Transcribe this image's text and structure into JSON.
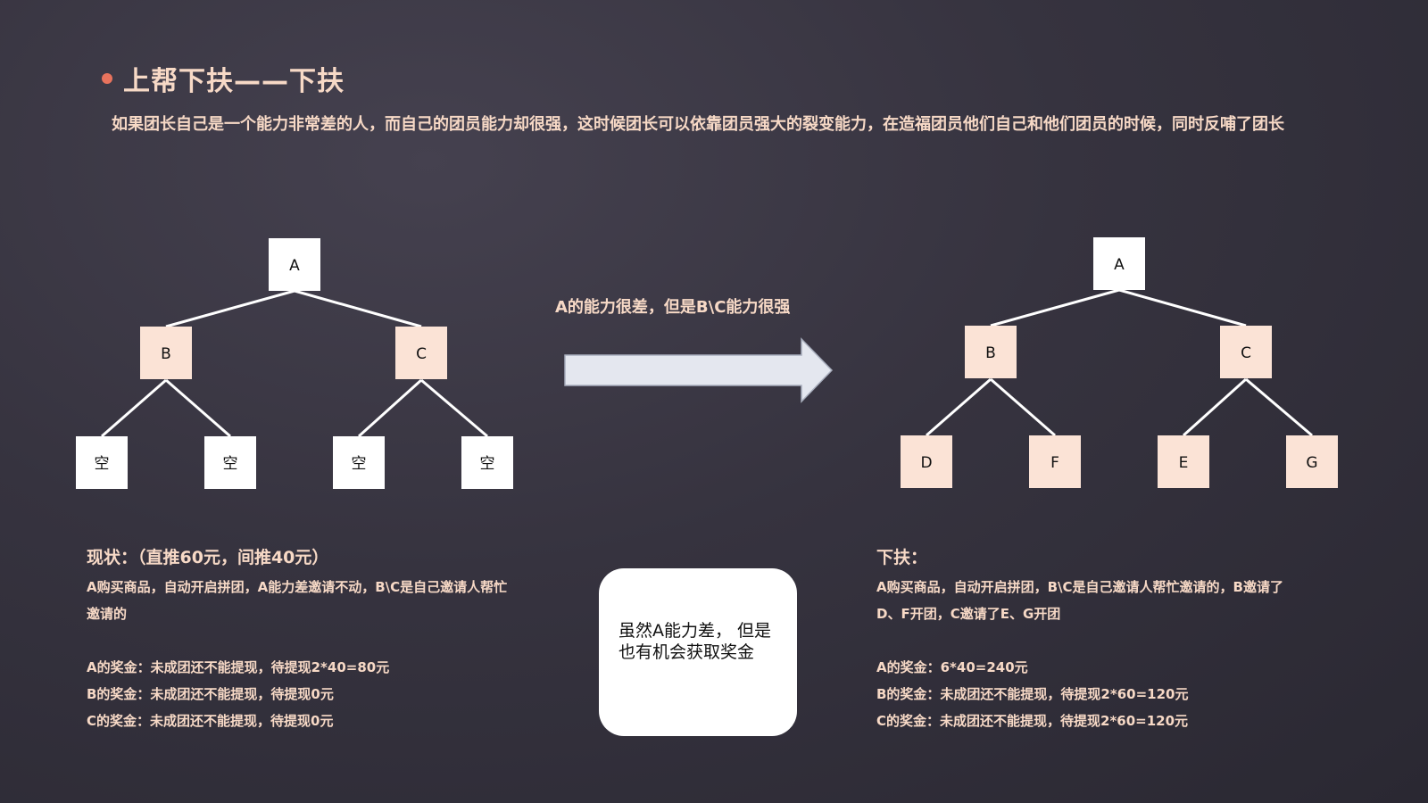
{
  "title": "上帮下扶——下扶",
  "intro": "如果团长自己是一个能力非常差的人，而自己的团员能力却很强，这时候团长可以依靠团员强大的裂变能力，在造福团员他们自己和他们团员的时候，同时反哺了团长",
  "colors": {
    "accent": "#e8735d",
    "text_peach": "#f7d9c6",
    "node_white": "#ffffff",
    "node_peach": "#fbe3d6",
    "arrow_fill": "#e4e7ef"
  },
  "arrow_caption": "A的能力很差，但是B\\C能力很强",
  "left_tree": {
    "root": "A",
    "level1": [
      "B",
      "C"
    ],
    "level2": [
      "空",
      "空",
      "空",
      "空"
    ]
  },
  "right_tree": {
    "root": "A",
    "level1": [
      "B",
      "C"
    ],
    "level2": [
      "D",
      "F",
      "E",
      "G"
    ]
  },
  "left_panel": {
    "heading": "现状：（直推60元，间推40元）",
    "desc": "A购买商品，自动开启拼团，A能力差邀请不动，B\\C是自己邀请人帮忙邀请的",
    "bonus": [
      "A的奖金：未成团还不能提现，待提现2*40=80元",
      "B的奖金：未成团还不能提现，待提现0元",
      "C的奖金：未成团还不能提现，待提现0元"
    ]
  },
  "note": "虽然A能力差， 但是也有机会获取奖金",
  "right_panel": {
    "heading": "下扶：",
    "desc": "A购买商品，自动开启拼团，B\\C是自己邀请人帮忙邀请的，B邀请了D、F开团，C邀请了E、G开团",
    "bonus": [
      "A的奖金：6*40=240元",
      "B的奖金：未成团还不能提现，待提现2*60=120元",
      "C的奖金：未成团还不能提现，待提现2*60=120元"
    ]
  }
}
